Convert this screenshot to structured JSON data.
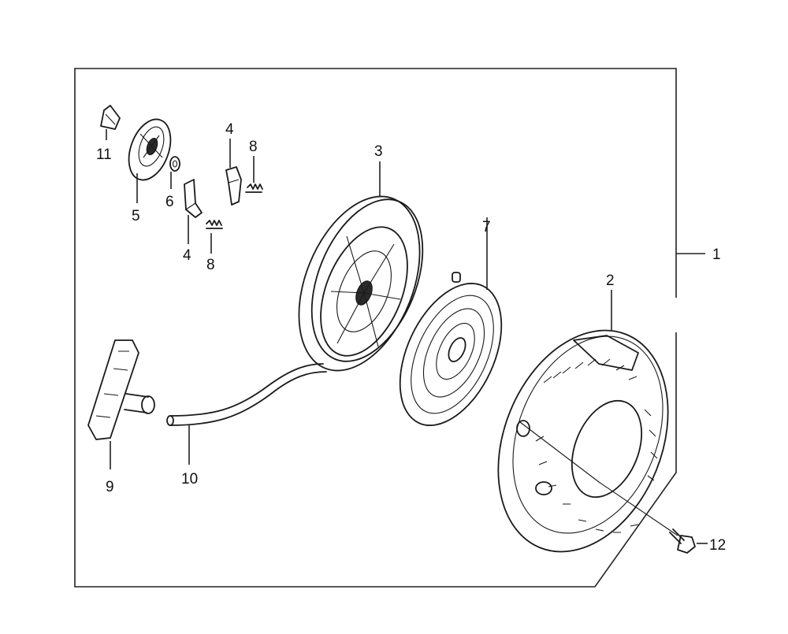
{
  "callouts": {
    "c1": "1",
    "c2": "2",
    "c3": "3",
    "c4a": "4",
    "c4b": "4",
    "c5": "5",
    "c6": "6",
    "c7": "7",
    "c8a": "8",
    "c8b": "8",
    "c9": "9",
    "c10": "10",
    "c11": "11",
    "c12": "12"
  }
}
